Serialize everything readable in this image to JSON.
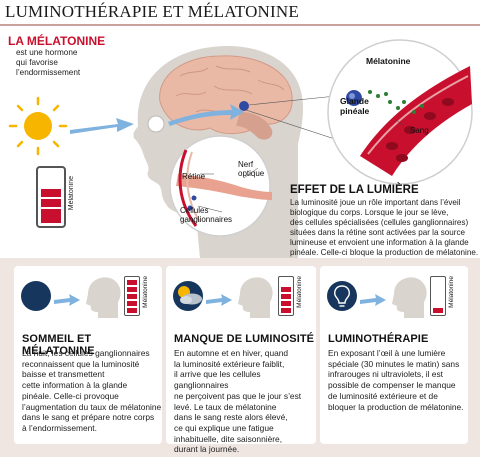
{
  "header": {
    "title": "LUMINOTHÉRAPIE ET MÉLATONINE"
  },
  "melatonine_intro": {
    "heading": "LA MÉLATONINE",
    "lines": [
      "est une hormone",
      "qui favorise",
      "l’endormissement"
    ]
  },
  "gauge_label": "Mélatonine",
  "main_labels": {
    "retine": "Rétine",
    "nerf": [
      "Nerf",
      "optique"
    ],
    "cellules": [
      "Cellules",
      "ganglionnaires"
    ],
    "melatonine": "Mélatonine",
    "glande": [
      "Glande",
      "pinéale"
    ],
    "sang": "Sang"
  },
  "effet": {
    "heading": "EFFET DE LA LUMIÈRE",
    "lines": [
      "La luminosité joue un rôle important dans l’éveil",
      "biologique du corps. Lorsque le jour se lève,",
      "des cellules spécialisées (cellules ganglionnaires)",
      "situées dans la rétine sont activées par la source",
      "lumineuse et envoient une information à la glande",
      "pinéale. Celle-ci bloque la production de mélatonine."
    ]
  },
  "cards": [
    {
      "title": "SOMMEIL ET MÉLATONINE",
      "icon": "moon-icon",
      "gauge_level": 5,
      "lines": [
        "La nuit, les cellules ganglionnaires",
        "reconnaissent que la luminosité",
        "baisse et transmettent",
        "cette information à la glande",
        "pinéale. Celle-ci provoque",
        "l’augmentation du taux de mélatonine",
        "dans le sang et prépare notre corps",
        "à l’endormissement."
      ]
    },
    {
      "title": "MANQUE DE LUMINOSITÉ",
      "icon": "cloudy-sun-icon",
      "gauge_level": 4,
      "lines": [
        "En automne et en hiver, quand",
        "la luminosité extérieure faiblit,",
        "il arrive que les cellules ganglionnaires",
        "ne perçoivent pas que le jour s’est",
        "levé. Le taux de mélatonine",
        "dans le sang reste alors élevé,",
        "ce qui explique une fatigue",
        "inhabituelle, dite saisonnière,",
        "durant la journée."
      ]
    },
    {
      "title": "LUMINOTHÉRAPIE",
      "icon": "lightbulb-icon",
      "gauge_level": 1,
      "lines": [
        "En exposant l’œil à une lumière",
        "spéciale (30 minutes le matin) sans",
        "infrarouges ni ultraviolets, il est",
        "possible de compenser le manque",
        "de luminosité extérieure et de",
        "bloquer la production de mélatonine."
      ]
    }
  ],
  "colors": {
    "accent": "#c8102e",
    "band": "#efe6e1",
    "brain": "#e8bca9",
    "skin": "#d7d2cc",
    "blood": "#c8102e",
    "hormone": "#2e7d32"
  }
}
